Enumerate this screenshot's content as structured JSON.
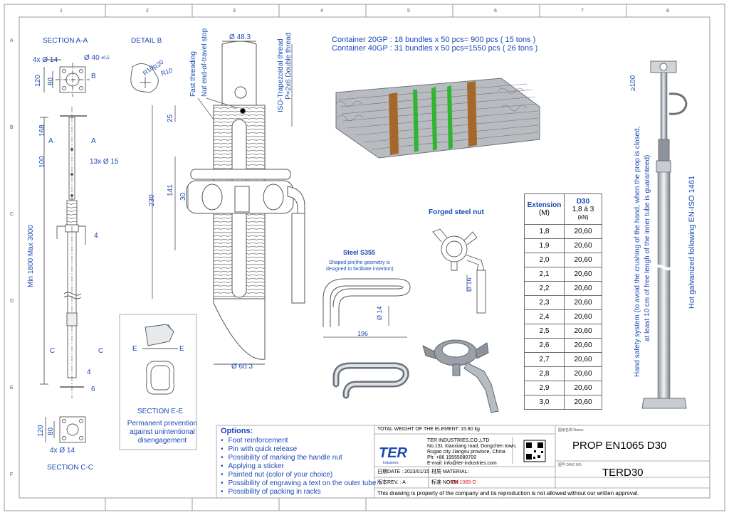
{
  "frame": {
    "top_numbers": [
      "1",
      "2",
      "3",
      "4",
      "5",
      "6",
      "7",
      "8"
    ],
    "side_letters": [
      "A",
      "B",
      "C",
      "D",
      "E",
      "F"
    ]
  },
  "views": {
    "section_aa": "SECTION A-A",
    "detail_b": "DETAIL B",
    "section_cc": "SECTION C-C",
    "section_ee": "SECTION E-E"
  },
  "dims": {
    "hole_pattern": "4x Ø 14",
    "bore": "Ø 40",
    "bore_tol": "±0,5",
    "plate_outer": "120",
    "plate_inner": "80",
    "b_marker": "B",
    "r10a": "R10",
    "r20": "R20",
    "r10b": "R10",
    "d168": "168",
    "d100": "100",
    "holes_13": "13x Ø 15",
    "min_max": "Min 1800  Max 3000",
    "a_left": "A",
    "a_right": "A",
    "c_left": "C",
    "c_right": "C",
    "weld_a": "4",
    "weld_b": "4",
    "base_6": "6",
    "cc_outer": "120",
    "cc_inner": "80",
    "cc_holes": "4x Ø 14",
    "top_dia": "Ø 48.3",
    "bot_dia": "Ø 60.3",
    "d25": "25",
    "d230": "230",
    "d141": "141",
    "d30": "30",
    "e_left": "E",
    "e_right": "E",
    "pin_d14": "Ø 14",
    "pin_196": "196",
    "nut_d16": "Ø 16"
  },
  "notes": {
    "fast_threading": "Fast threading",
    "nut_stop": "Nut end-of-travel stop",
    "iso_thread": "ISO-Trapezoidal thread",
    "double_thread": "P=2x6 Double thread",
    "container_20": "Container 20GP  : 18 bundles x 50 pcs= 900 pcs   ( 15 tons )",
    "container_40": "Container 40GP  : 31 bundles x 50 pcs=1550 pcs  ( 26 tons )",
    "forged_nut": "Forged steel nut",
    "steel": "Steel S355",
    "shaped_pin_1": "Shaped pin(the geometry is",
    "shaped_pin_2": "designed to facilitate insertion)",
    "permanent_1": "Permanent prevention",
    "permanent_2": "against unintentional",
    "permanent_3": "disengagement",
    "hand_safety_1": "Hand safety system (to avoid the crushing of the hand, when the prop is closed,",
    "hand_safety_2": "at least 10 cm of free lengh of the inner tube is guaranteed)",
    "galvanized": "Hot galvanized following EN-ISO 1461",
    "ge100": "≥100"
  },
  "table": {
    "col1": "Extension",
    "col1_unit": "(M)",
    "col2": "D30",
    "col2_sub": "1,8 à 3",
    "col2_unit": "(kN)",
    "rows": [
      {
        "ext": "1,8",
        "load": "20,60"
      },
      {
        "ext": "1,9",
        "load": "20,60"
      },
      {
        "ext": "2,0",
        "load": "20,60"
      },
      {
        "ext": "2,1",
        "load": "20,60"
      },
      {
        "ext": "2,2",
        "load": "20,60"
      },
      {
        "ext": "2,3",
        "load": "20,60"
      },
      {
        "ext": "2,4",
        "load": "20,60"
      },
      {
        "ext": "2,5",
        "load": "20,60"
      },
      {
        "ext": "2,6",
        "load": "20,60"
      },
      {
        "ext": "2,7",
        "load": "20,60"
      },
      {
        "ext": "2,8",
        "load": "20,60"
      },
      {
        "ext": "2,9",
        "load": "20,60"
      },
      {
        "ext": "3,0",
        "load": "20,60"
      }
    ]
  },
  "options": {
    "title": "Options:",
    "items": [
      "Foot reinforcement",
      "Pin with quick release",
      "Possibility of marking the handle nut",
      "Applying a sticker",
      "Painted nut (color of your choice)",
      "Possibility of engraving a text on the outer tube",
      "Possibility of packing in racks"
    ]
  },
  "title_block": {
    "weight": "TOTAL WEIGHT OF THE ELEMENT:  15.80 kg",
    "company": "TER INDUSTRIES.CO.,LTD",
    "address_1": "No.151 Xiaoxiang road, Dongchen town,",
    "address_2": "Rugao city Jiangsu province, China",
    "phone": "Ph: +86 19555080700",
    "email": "E-mail: info@ter-industries.com",
    "logo": "TER",
    "logo_sub": "Industries",
    "drawing_name_label": "图纸名称 Name:",
    "drawing_name": "PROP EN1065 D30",
    "drawing_no_label": "图号 DWG NO.",
    "drawing_no": "TERD30",
    "date": "日期DATE : 2023/01/15",
    "material": "材质 MATERIAL:",
    "rev": "版本REV. : A",
    "norm_label": "标准 NORM:",
    "norm_value": "EN 1065-D",
    "disclaimer": "This drawing is property of the company and its reproduction is not allowed without our written approval."
  },
  "colors": {
    "accent_blue": "#1b49b5",
    "norm_red": "#d1141d",
    "line_gray": "#555555",
    "band_green": "#2fb52f",
    "band_brown": "#a5682a"
  }
}
